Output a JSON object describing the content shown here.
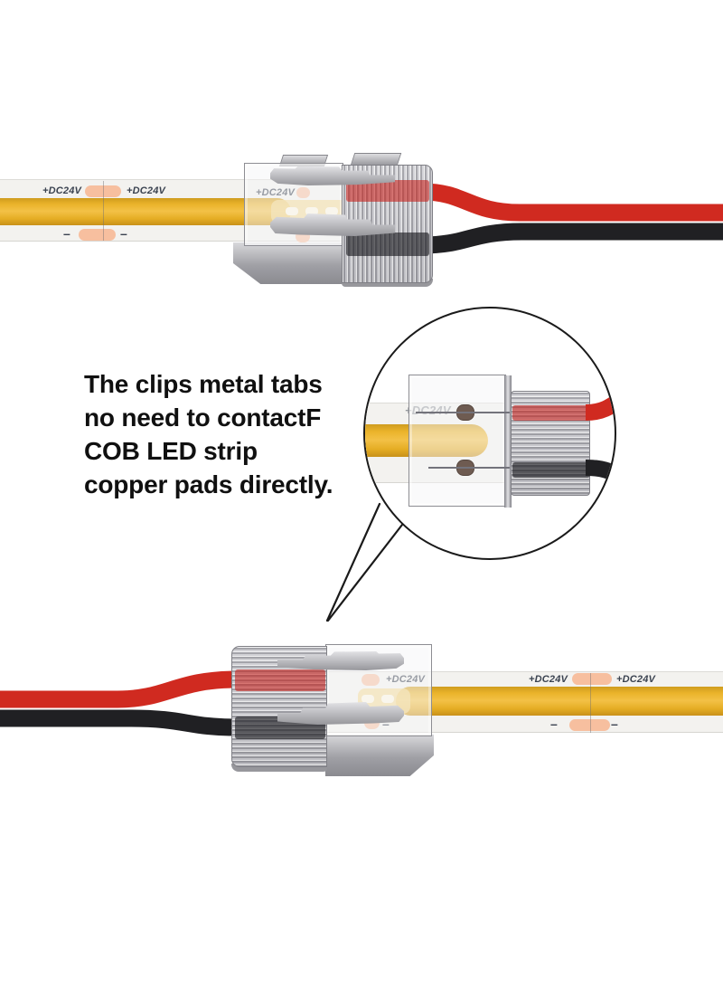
{
  "labels": {
    "dc24v": "+DC24V",
    "minus": "–"
  },
  "annotation": {
    "lines": [
      "The clips metal tabs",
      "no need to contactF",
      "COB LED strip",
      "copper pads directly."
    ]
  },
  "colors": {
    "strip_bg": "#f3f2ef",
    "cob_yellow": "#ecb72c",
    "copper_pad": "#f7bf9f",
    "label_text": "#3b4350",
    "wire_red": "#d02a20",
    "wire_black": "#202023",
    "connector_gray": "#aaaaaf",
    "contact_brown": "#6e5b51",
    "outline_black": "#1a1a1a",
    "annotation_text": "#101010"
  }
}
